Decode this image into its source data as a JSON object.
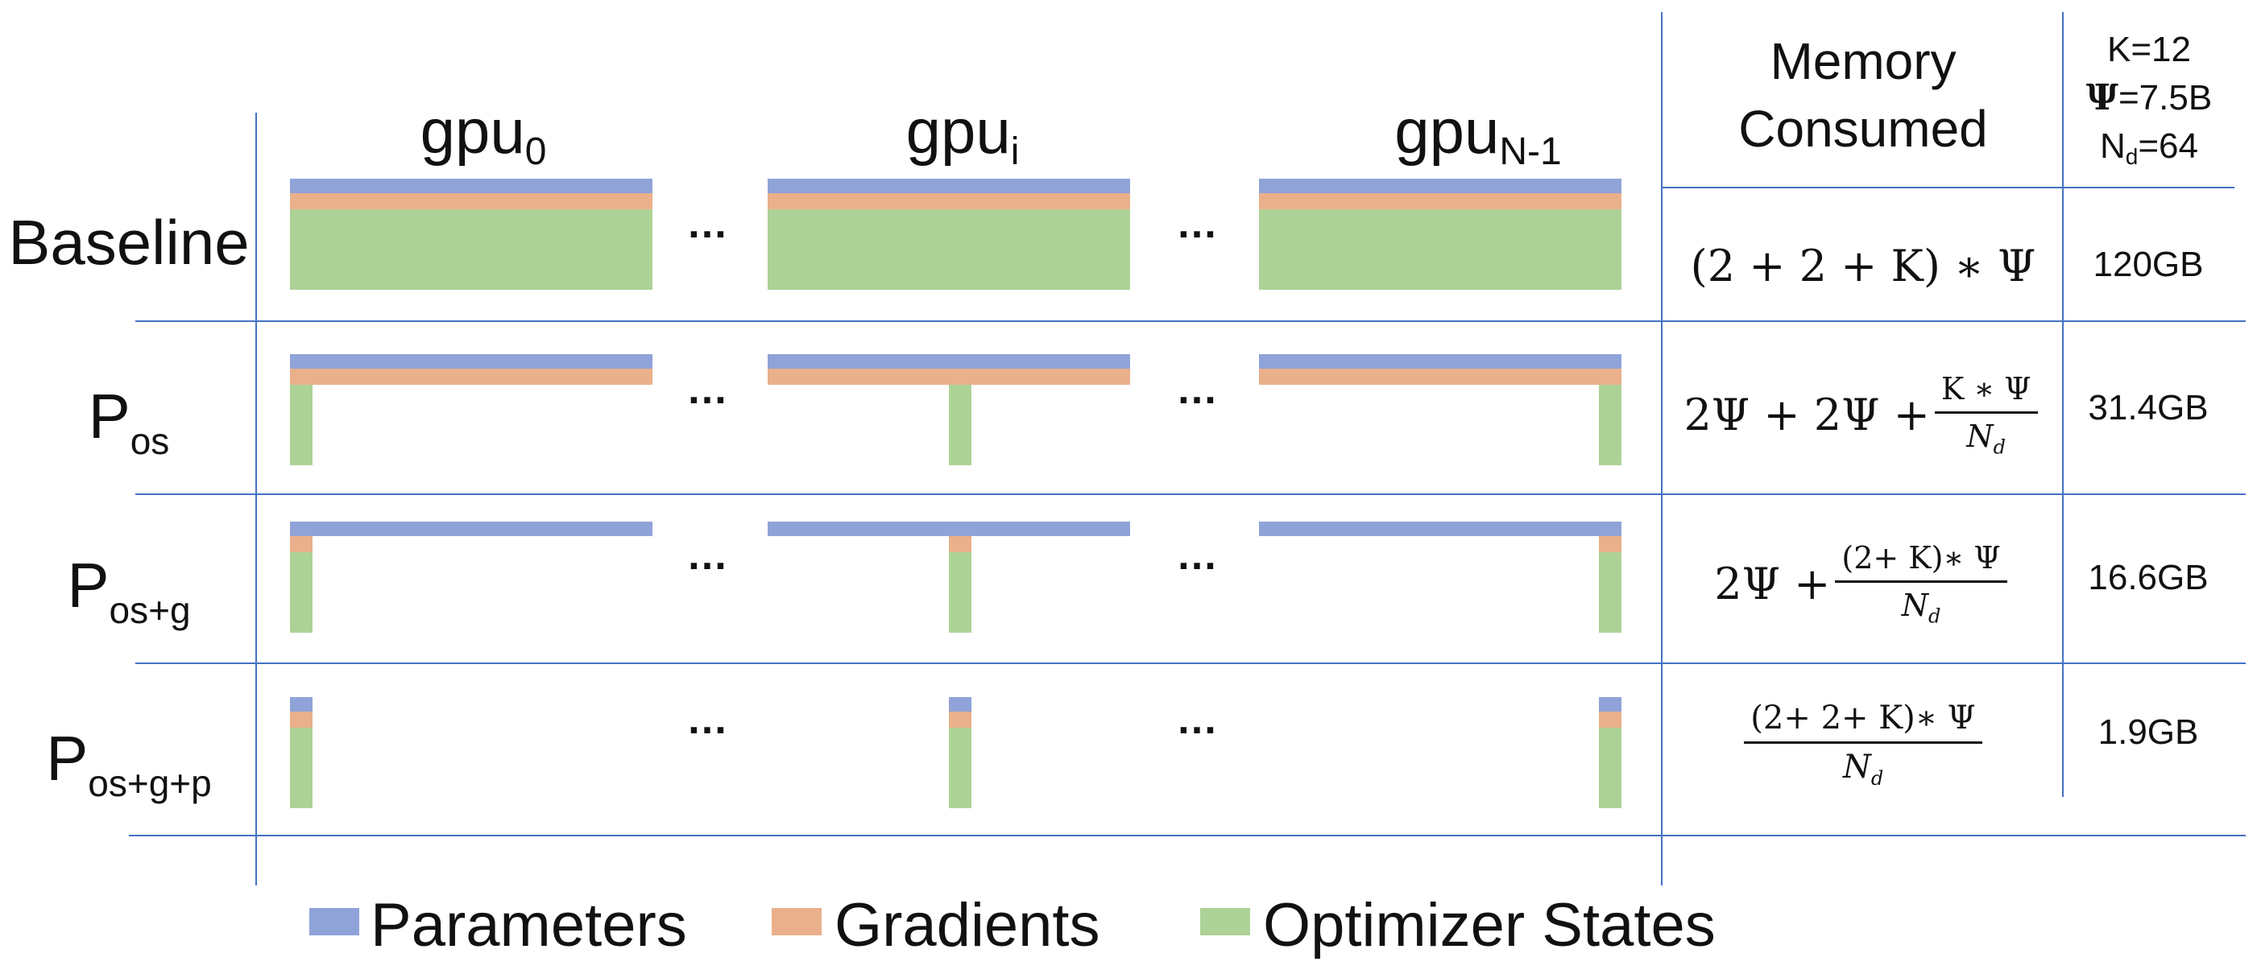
{
  "columns": {
    "gpu0": {
      "base": "gpu",
      "sub": "0"
    },
    "gpui": {
      "base": "gpu",
      "sub": "i"
    },
    "gpuN": {
      "base": "gpu",
      "sub": "N-1"
    }
  },
  "ellipsis": "…",
  "header": {
    "memory_line1": "Memory",
    "memory_line2": "Consumed",
    "k": "K=12",
    "psi_symbol": "Ψ",
    "psi_value": "=7.5B",
    "nd_base": "N",
    "nd_sub": "d",
    "nd_value": "=64"
  },
  "rows": [
    {
      "label": "Baseline",
      "label_sub": "",
      "formula": "(2 + 2 + K) ∗ Ψ",
      "value": "120GB"
    },
    {
      "label": "P",
      "label_sub": "os",
      "formula_lead": "2Ψ + 2Ψ +",
      "formula_num": "K ∗ Ψ",
      "formula_den": "N",
      "formula_den_sub": "d",
      "value": "31.4GB"
    },
    {
      "label": "P",
      "label_sub": "os+g",
      "formula_lead": "2Ψ +",
      "formula_num": "(2+ K)∗ Ψ",
      "formula_den": "N",
      "formula_den_sub": "d",
      "value": "16.6GB"
    },
    {
      "label": "P",
      "label_sub": "os+g+p",
      "formula_num": "(2+ 2+ K)∗ Ψ",
      "formula_den": "N",
      "formula_den_sub": "d",
      "value": "1.9GB"
    }
  ],
  "legend": [
    {
      "label": "Parameters",
      "color": "#8fa3d8"
    },
    {
      "label": "Gradients",
      "color": "#eab08b"
    },
    {
      "label": "Optimizer States",
      "color": "#add297"
    }
  ]
}
